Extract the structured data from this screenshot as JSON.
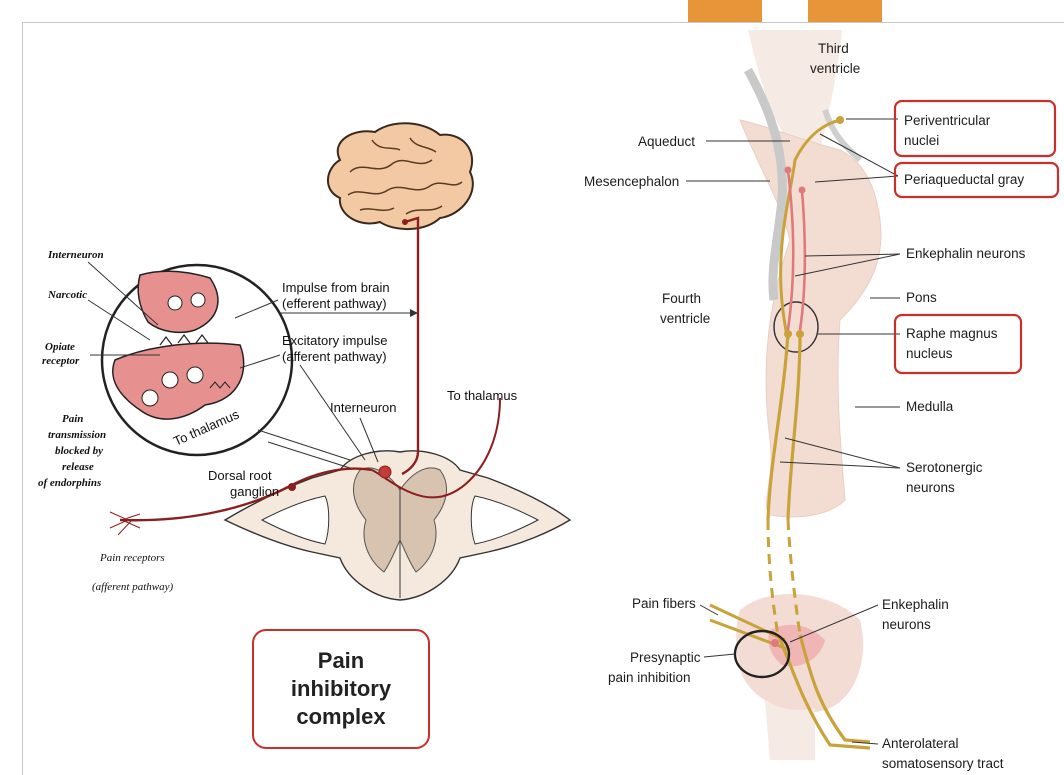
{
  "colors": {
    "accent_red": "#c9302c",
    "tab_orange": "#e8953a",
    "pathway_yellow": "#c9a23a",
    "nerve_red": "#8b1f1f"
  },
  "left_diagram": {
    "interneuron_label": "Interneuron",
    "narcotic_label": "Narcotic",
    "opiate_receptor_label": "Opiate\nreceptor",
    "pain_blocked_label": "Pain\ntransmission\nblocked by\nrelease\nof endorphins",
    "to_thalamus_inset": "To thalamus",
    "impulse_brain_label": "Impulse from brain\n(efferent pathway)",
    "excitatory_label": "Excitatory impulse\n(afferent pathway)",
    "interneuron_center_label": "Interneuron",
    "to_thalamus_label": "To thalamus",
    "dorsal_root_label": "Dorsal root\nganglion",
    "pain_receptors_label": "Pain receptors",
    "afferent_pathway_label": "(afferent pathway)",
    "callout": "Pain\ninhibitory\ncomplex"
  },
  "right_diagram": {
    "third_ventricle": "Third\nventricle",
    "aqueduct": "Aqueduct",
    "mesencephalon": "Mesencephalon",
    "periventricular": "Periventricular\nnuclei",
    "periaqueductal": "Periaqueductal gray",
    "enkephalin_neurons_top": "Enkephalin neurons",
    "fourth_ventricle": "Fourth\nventricle",
    "pons": "Pons",
    "raphe_magnus": "Raphe magnus\nnucleus",
    "medulla": "Medulla",
    "serotonergic": "Serotonergic\nneurons",
    "pain_fibers": "Pain fibers",
    "presynaptic": "Presynaptic\npain inhibition",
    "enkephalin_neurons_bottom": "Enkephalin\nneurons",
    "anterolateral": "Anterolateral\nsomatosensory tract"
  }
}
